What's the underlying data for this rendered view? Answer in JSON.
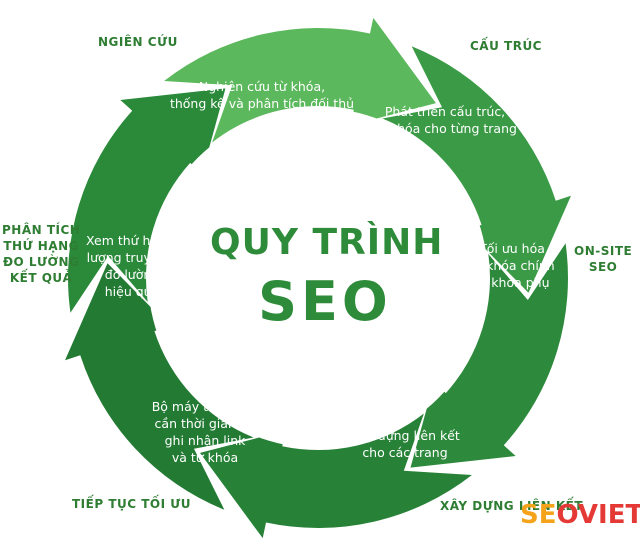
{
  "stages": [
    {
      "id": "research",
      "label": "NGIÊN CỨU",
      "desc": [
        "Nghiên cứu từ khóa,",
        "thống kê và phân tích đối thủ"
      ],
      "color": "#5cb85c"
    },
    {
      "id": "structure",
      "label": "CẤU TRÚC",
      "desc": [
        "Phát triển cấu trúc,",
        "từ khóa cho từng trang"
      ],
      "color": "#3a9a45"
    },
    {
      "id": "onsite",
      "label": [
        "ON-SITE",
        "SEO"
      ],
      "desc": [
        "Tối ưu hóa",
        "từ khóa chính",
        "từ khóa phụ"
      ],
      "color": "#2d8a3c"
    },
    {
      "id": "links",
      "label": "XÂY DỰNG LIÊN KẾT",
      "desc": [
        "Xây dựng liên kết",
        "cho các trang"
      ],
      "color": "#278237"
    },
    {
      "id": "optimize",
      "label": "TIẾP TỤC TỐI ƯU",
      "desc": [
        "Bộ máy tìm kiếm",
        "cần thời gian để",
        "ghi nhận link",
        "và từ khóa"
      ],
      "color": "#237a33"
    },
    {
      "id": "analysis",
      "label": [
        "PHÂN TÍCH",
        "THỨ HẠNG",
        "ĐO LƯỜNG",
        "KẾT QUẢ"
      ],
      "desc": [
        "Xem thứ hạng,",
        "lượng truy cập",
        "đo lường",
        "hiệu quả"
      ],
      "color": "#2a8a3a"
    }
  ],
  "center": {
    "line1": "QUY TRÌNH",
    "line2": "SEO"
  },
  "logo": {
    "part1": "SE",
    "part2": "O",
    "part3": "VIET"
  }
}
